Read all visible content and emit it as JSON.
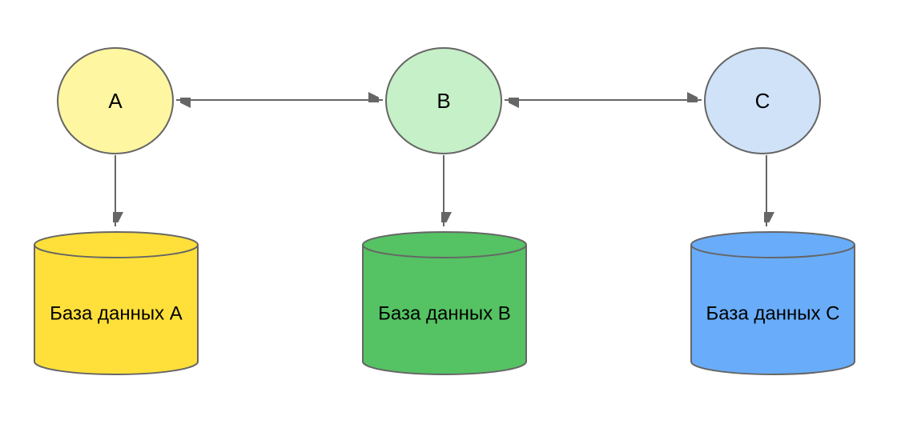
{
  "diagram": {
    "background_color": "#FFFFFF",
    "stroke_color": "#666666",
    "connector_color": "#666666",
    "text_color": "#000000",
    "nodes": [
      {
        "id": "A",
        "label": "A",
        "shape": "circle",
        "fill": "#FFF6A1"
      },
      {
        "id": "B",
        "label": "B",
        "shape": "circle",
        "fill": "#C6F0C8"
      },
      {
        "id": "C",
        "label": "C",
        "shape": "circle",
        "fill": "#CFE2F8"
      }
    ],
    "databases": [
      {
        "id": "db-a",
        "label": "База данных A",
        "shape": "cylinder",
        "fill": "#FFE03A"
      },
      {
        "id": "db-b",
        "label": "База данных B",
        "shape": "cylinder",
        "fill": "#55C263"
      },
      {
        "id": "db-c",
        "label": "База данных C",
        "shape": "cylinder",
        "fill": "#69ADFA"
      }
    ],
    "edges": [
      {
        "from": "A",
        "to": "B",
        "direction": "bidirectional"
      },
      {
        "from": "B",
        "to": "C",
        "direction": "bidirectional"
      },
      {
        "from": "A",
        "to": "db-a",
        "direction": "directed"
      },
      {
        "from": "B",
        "to": "db-b",
        "direction": "directed"
      },
      {
        "from": "C",
        "to": "db-c",
        "direction": "directed"
      }
    ]
  }
}
